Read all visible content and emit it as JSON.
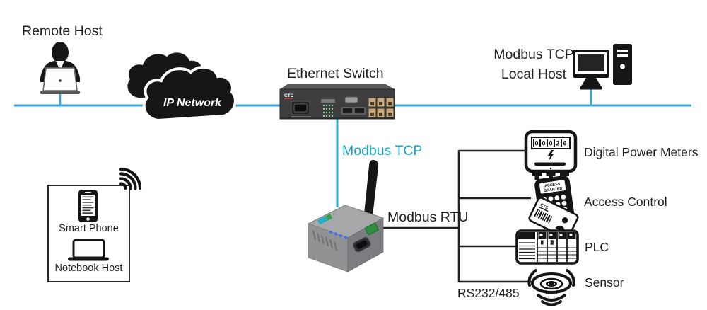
{
  "palette": {
    "line_blue": "#3AA4D6",
    "line_cyan": "#2BABCD",
    "label_cyan": "#17A6C9",
    "line_black": "#1F1F1F"
  },
  "labels": {
    "remote_host": "Remote Host",
    "ip_network": "IP Network",
    "ethernet_switch": "Ethernet Switch",
    "local_host_line1": "Modbus TCP",
    "local_host_line2": "Local Host",
    "modbus_tcp": "Modbus TCP",
    "modbus_rtu": "Modbus RTU",
    "rs232": "RS232/485",
    "smart_phone": "Smart Phone",
    "notebook_host": "Notebook Host"
  },
  "switch": {
    "brand": "CTC"
  },
  "devices": [
    {
      "label": "Digital Power Meters"
    },
    {
      "label": "Access Control"
    },
    {
      "label": "PLC"
    },
    {
      "label": "Sensor"
    }
  ],
  "meter": {
    "digits": [
      "0",
      "0",
      "0",
      "2",
      "6"
    ]
  },
  "access_control": {
    "display_line1": "ACCESS",
    "display_line2": "GRANTED",
    "card_brand": "CTC"
  }
}
